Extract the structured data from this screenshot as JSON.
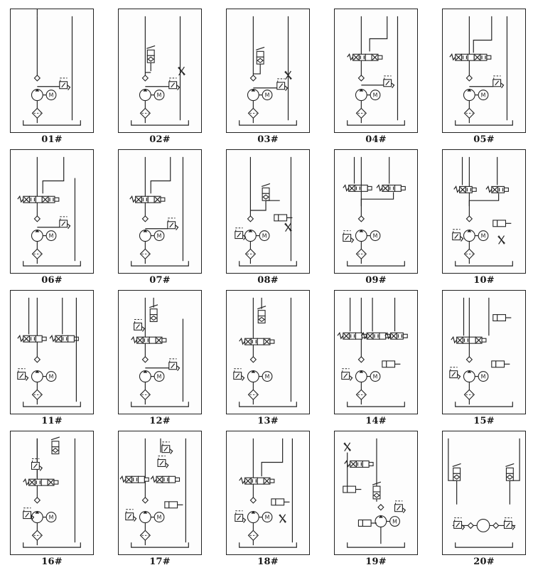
{
  "diagrams": [
    {
      "label": "01#",
      "variant": 1
    },
    {
      "label": "02#",
      "variant": 2
    },
    {
      "label": "03#",
      "variant": 3
    },
    {
      "label": "04#",
      "variant": 4
    },
    {
      "label": "05#",
      "variant": 5
    },
    {
      "label": "06#",
      "variant": 6
    },
    {
      "label": "07#",
      "variant": 7
    },
    {
      "label": "08#",
      "variant": 8
    },
    {
      "label": "09#",
      "variant": 9
    },
    {
      "label": "10#",
      "variant": 10
    },
    {
      "label": "11#",
      "variant": 11
    },
    {
      "label": "12#",
      "variant": 12
    },
    {
      "label": "13#",
      "variant": 13
    },
    {
      "label": "14#",
      "variant": 14
    },
    {
      "label": "15#",
      "variant": 15
    },
    {
      "label": "16#",
      "variant": 16
    },
    {
      "label": "17#",
      "variant": 17
    },
    {
      "label": "18#",
      "variant": 18
    },
    {
      "label": "19#",
      "variant": 19
    },
    {
      "label": "20#",
      "variant": 20
    }
  ],
  "motor_symbol": "M",
  "spring_symbol": "W"
}
